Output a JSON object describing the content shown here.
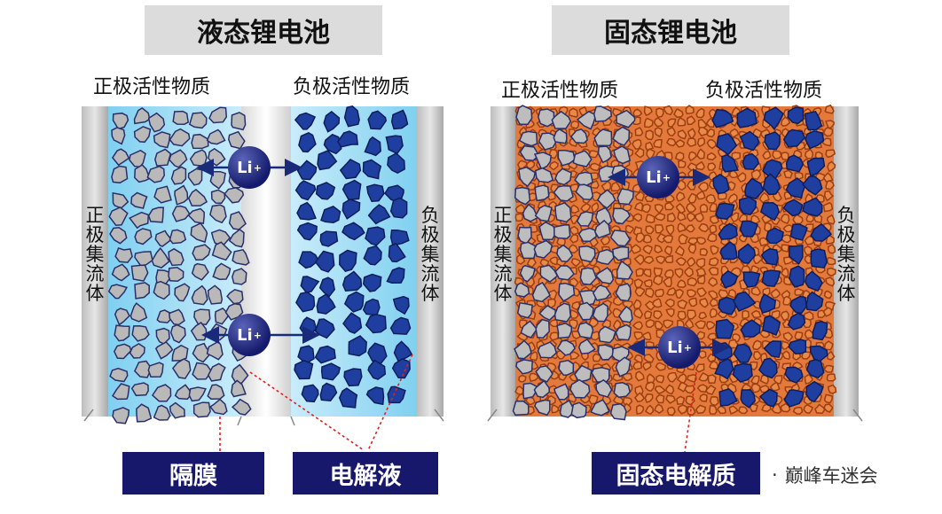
{
  "liquid": {
    "title": "液态锂电池",
    "cathode_material": "正极活性物质",
    "anode_material": "负极活性物质",
    "cathode_collector": "正极集流体",
    "anode_collector": "负极集流体",
    "ion_label": "Li",
    "ion_charge": "+",
    "separator_label": "隔膜",
    "electrolyte_label": "电解液"
  },
  "solid": {
    "title": "固态锂电池",
    "cathode_material": "正极活性物质",
    "anode_material": "负极活性物质",
    "cathode_collector": "正极集流体",
    "anode_collector": "负极集流体",
    "ion_label": "Li",
    "ion_charge": "+",
    "electrolyte_label": "固态电解质"
  },
  "watermark": {
    "text": "巅峰车迷会"
  },
  "colors": {
    "label_box": "#17176b",
    "title_bg": "#dcdcdc",
    "cathode_particle": "#b9b9b9",
    "anode_particle": "#1f3fa0",
    "liquid_electrolyte": "#8fd3ee",
    "solid_electrolyte": "#e06a2a",
    "callout_line": "#e02020"
  }
}
